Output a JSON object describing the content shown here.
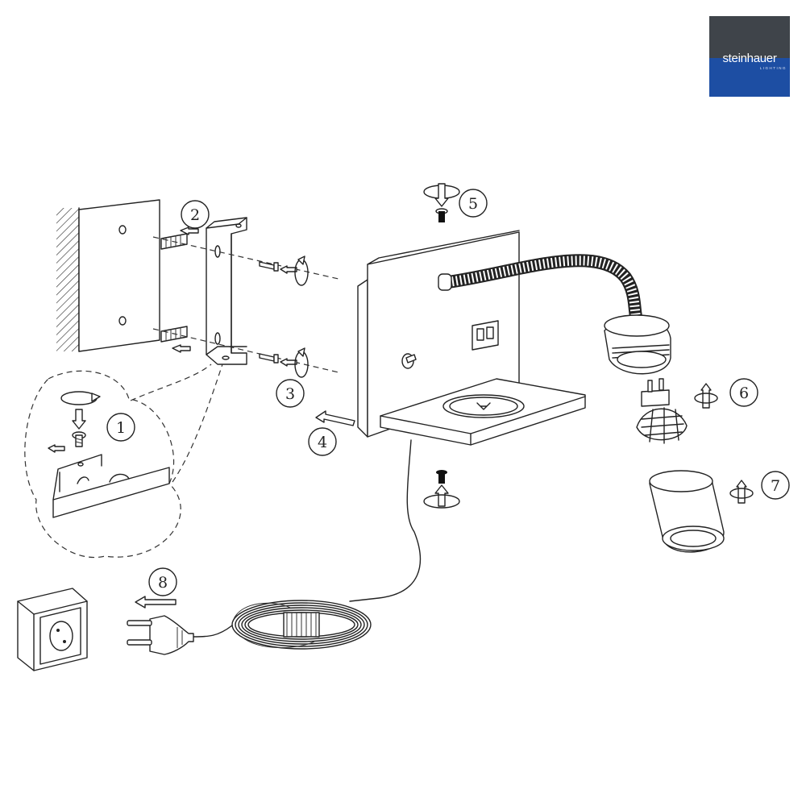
{
  "brand": {
    "name": "steinhauer",
    "tagline": "LIGHTING",
    "colors": {
      "top": "#3f444a",
      "bottom": "#1d4ea3"
    }
  },
  "steps": [
    {
      "id": "step-1",
      "label": "1"
    },
    {
      "id": "step-2",
      "label": "2"
    },
    {
      "id": "step-3",
      "label": "3"
    },
    {
      "id": "step-4",
      "label": "4"
    },
    {
      "id": "step-5",
      "label": "5"
    },
    {
      "id": "step-6",
      "label": "6"
    },
    {
      "id": "step-7",
      "label": "7"
    },
    {
      "id": "step-8",
      "label": "8"
    }
  ],
  "colors": {
    "line": "#222222",
    "paper": "#ffffff",
    "dark": "#111111"
  }
}
